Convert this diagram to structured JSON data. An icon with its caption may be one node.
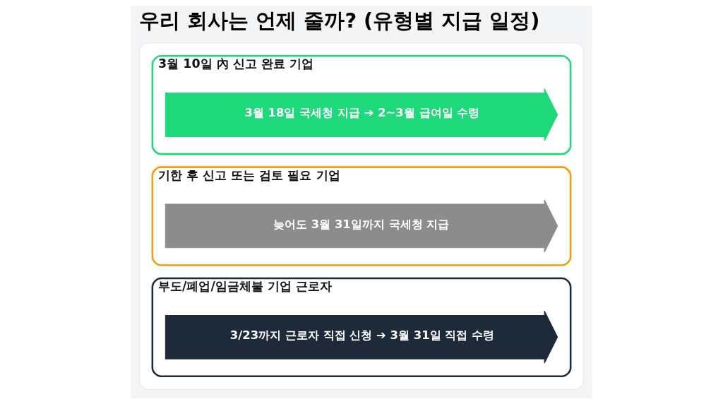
{
  "diagram": {
    "title": "우리 회사는 언제 줄까? (유형별 지급 일정)",
    "nodes": [
      {
        "text": [],
        "shape": "box"
      },
      {
        "text": [
          "3월 10일 內 신고 완료 기업"
        ],
        "in": 0
      },
      {
        "text": [
          "3월 18일 국세청 지급 ➔ 2~3월 급여일 수령"
        ],
        "in": 1
      },
      {
        "text": [
          "기한 후 신고 또는 검토 필요 기업"
        ],
        "in": 0
      },
      {
        "text": [
          "늦어도 3월 31일까지 국세청 지급"
        ],
        "in": 3
      },
      {
        "text": [
          "부도/폐업/임금체불 기업 근로자"
        ],
        "in": 0
      },
      {
        "text": [
          "3/23까지 근로자 직접 신청 ➔ 3월 31일 직접 수령"
        ],
        "in": 5
      }
    ]
  }
}
